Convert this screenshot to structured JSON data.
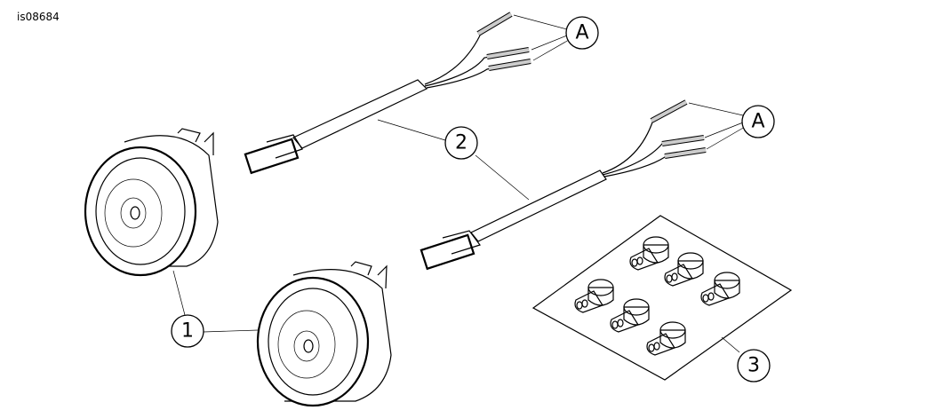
{
  "figure_id": "is08684",
  "callouts": {
    "a_top": "A",
    "a_mid": "A",
    "harness": "2",
    "horn": "1",
    "connectors": "3"
  }
}
